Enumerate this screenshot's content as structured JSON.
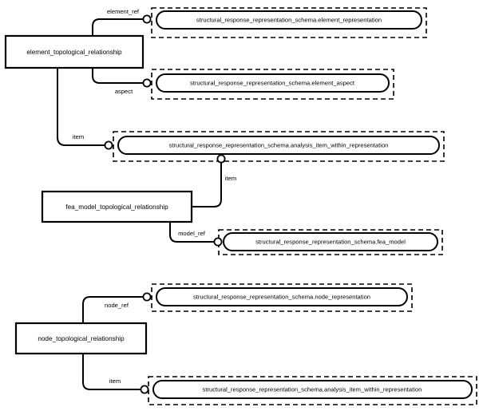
{
  "diagram": {
    "kind": "express-g-entity-level-diagram",
    "background_color": "#ffffff",
    "line_color": "#000000",
    "entities": [
      {
        "id": "element_topological_relationship",
        "label": "element_topological_relationship",
        "style": "solid-rect"
      },
      {
        "id": "fea_model_topological_relationship",
        "label": "fea_model_topological_relationship",
        "style": "solid-rect"
      },
      {
        "id": "node_topological_relationship",
        "label": "node_topological_relationship",
        "style": "solid-rect"
      }
    ],
    "external_references": [
      {
        "id": "element_representation",
        "label": "structural_response_representation_schema.element_representation",
        "style": "dashed-box-with-rounded-entity"
      },
      {
        "id": "element_aspect",
        "label": "structural_response_representation_schema.element_aspect",
        "style": "dashed-box-with-rounded-entity"
      },
      {
        "id": "analysis_item_within_representation_top",
        "label": "structural_response_representation_schema.analysis_item_within_representation",
        "style": "dashed-box-with-rounded-entity"
      },
      {
        "id": "fea_model",
        "label": "structural_response_representation_schema.fea_model",
        "style": "dashed-box-with-rounded-entity"
      },
      {
        "id": "node_representation",
        "label": "structural_response_representation_schema.node_representation",
        "style": "dashed-box-with-rounded-entity"
      },
      {
        "id": "analysis_item_within_representation_bottom",
        "label": "structural_response_representation_schema.analysis_item_within_representation",
        "style": "dashed-box-with-rounded-entity"
      }
    ],
    "relationships": [
      {
        "id": "rel-element-ref",
        "from": "element_topological_relationship",
        "to": "element_representation",
        "attribute": "element_ref"
      },
      {
        "id": "rel-aspect",
        "from": "element_topological_relationship",
        "to": "element_aspect",
        "attribute": "aspect"
      },
      {
        "id": "rel-item-element",
        "from": "element_topological_relationship",
        "to": "analysis_item_within_representation_top",
        "attribute": "item"
      },
      {
        "id": "rel-item-fea",
        "from": "fea_model_topological_relationship",
        "to": "analysis_item_within_representation_top",
        "attribute": "item"
      },
      {
        "id": "rel-model-ref",
        "from": "fea_model_topological_relationship",
        "to": "fea_model",
        "attribute": "model_ref"
      },
      {
        "id": "rel-node-ref",
        "from": "node_topological_relationship",
        "to": "node_representation",
        "attribute": "node_ref"
      },
      {
        "id": "rel-item-node",
        "from": "node_topological_relationship",
        "to": "analysis_item_within_representation_bottom",
        "attribute": "item"
      }
    ]
  }
}
